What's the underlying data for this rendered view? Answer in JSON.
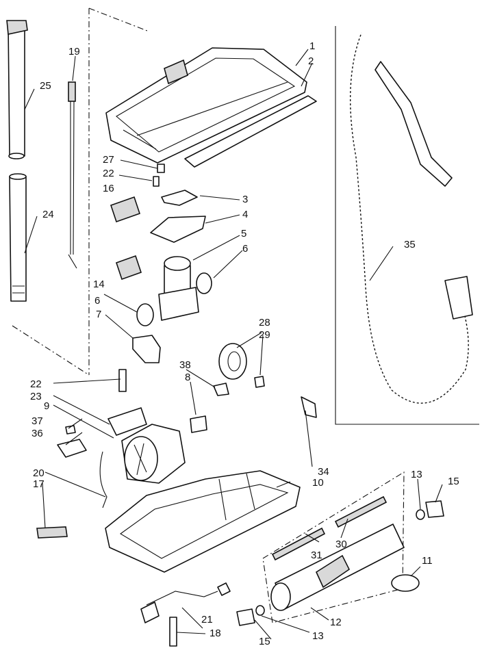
{
  "callouts": {
    "c1": "1",
    "c2": "2",
    "c3": "3",
    "c4": "4",
    "c5": "5",
    "c6a": "6",
    "c6b": "6",
    "c7": "7",
    "c8": "8",
    "c9": "9",
    "c10": "10",
    "c11": "11",
    "c12": "12",
    "c13a": "13",
    "c13b": "13",
    "c14": "14",
    "c15a": "15",
    "c15b": "15",
    "c16": "16",
    "c17": "17",
    "c18": "18",
    "c19": "19",
    "c20": "20",
    "c21": "21",
    "c22a": "22",
    "c22b": "22",
    "c23": "23",
    "c24": "24",
    "c25": "25",
    "c27": "27",
    "c28": "28",
    "c29": "29",
    "c30": "30",
    "c31": "31",
    "c34": "34",
    "c35": "35",
    "c36": "36",
    "c37": "37",
    "c38": "38"
  }
}
